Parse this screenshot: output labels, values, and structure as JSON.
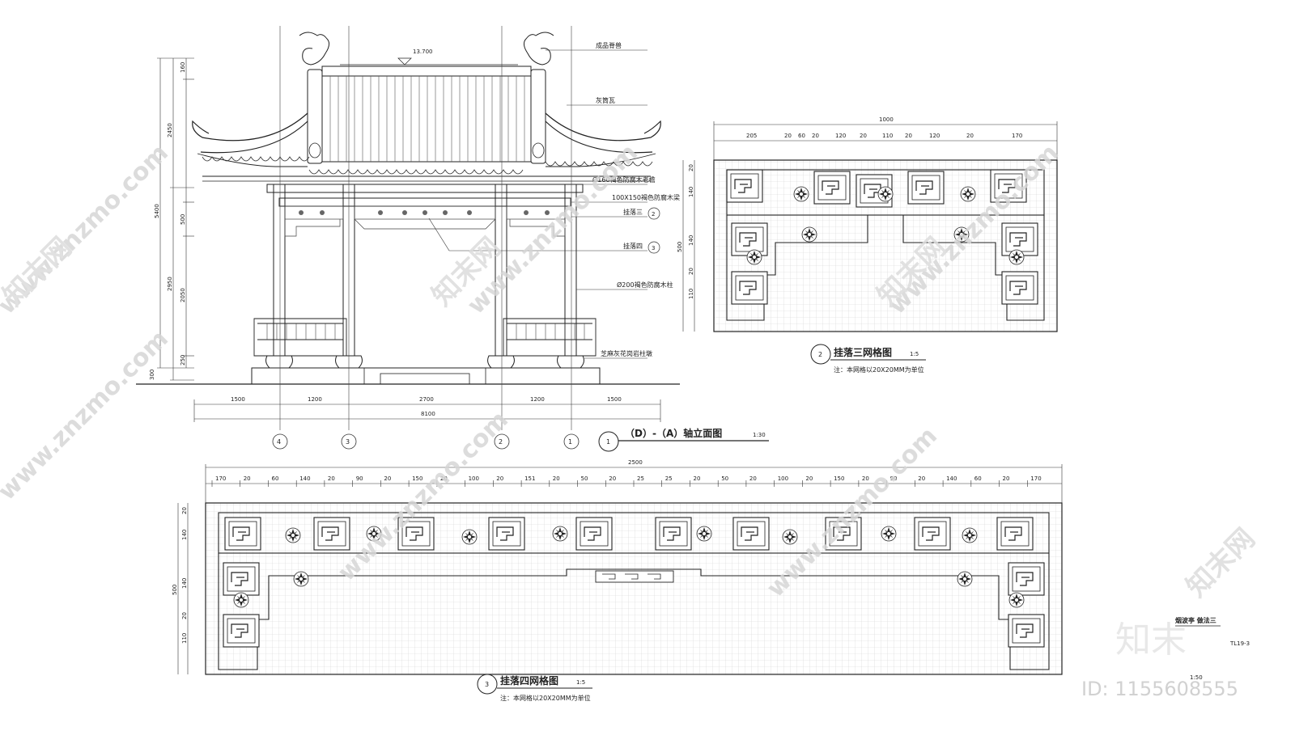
{
  "elevation": {
    "title": "（D）-（A）轴立面图",
    "scale": "1:30",
    "number": "1",
    "elevation_mark": "13.700",
    "axis_labels": [
      "4",
      "3",
      "2",
      "1"
    ],
    "bottom_dims": [
      "1500",
      "1200",
      "2700",
      "1200",
      "1500"
    ],
    "total_width": "8100",
    "left_dims": [
      "5400",
      "2450",
      "160",
      "500",
      "2950",
      "2050",
      "250",
      "300"
    ],
    "callouts": [
      "成品脊兽",
      "灰筒瓦",
      "Ø160褐色防腐木老檐",
      "100X150褐色防腐木梁",
      "挂落三",
      "挂落四",
      "Ø200褐色防腐木柱",
      "芝麻灰花岗岩柱墩"
    ],
    "callout_refs": [
      "2",
      "3"
    ]
  },
  "detail2": {
    "title": "挂落三网格图",
    "scale": "1:5",
    "number": "2",
    "note": "注：本网格以20X20MM为单位",
    "total": "1000",
    "top_dims": [
      "205",
      "20",
      "60",
      "20",
      "120",
      "20",
      "110",
      "20",
      "120",
      "20",
      "170"
    ],
    "left_dims": [
      "20",
      "140",
      "500",
      "140",
      "20",
      "110"
    ]
  },
  "detail3": {
    "title": "挂落四网格图",
    "scale": "1:5",
    "number": "3",
    "note": "注：本网格以20X20MM为单位",
    "total": "2500",
    "top_dims": [
      "170",
      "20",
      "60",
      "140",
      "20",
      "90",
      "20",
      "150",
      "20",
      "100",
      "20",
      "151",
      "20",
      "50",
      "20",
      "25",
      "25",
      "20",
      "50",
      "20",
      "100",
      "20",
      "150",
      "20",
      "90",
      "20",
      "140",
      "60",
      "20",
      "170"
    ],
    "left_dims": [
      "20",
      "140",
      "500",
      "140",
      "20",
      "110"
    ]
  },
  "sheet": {
    "name": "烟波亭 做法三",
    "code": "TL19-3",
    "scale": "1:50"
  },
  "watermark": {
    "url": "www.znzmo.com",
    "cn": "知末网",
    "brand": "知末",
    "id": "ID: 1155608555"
  }
}
